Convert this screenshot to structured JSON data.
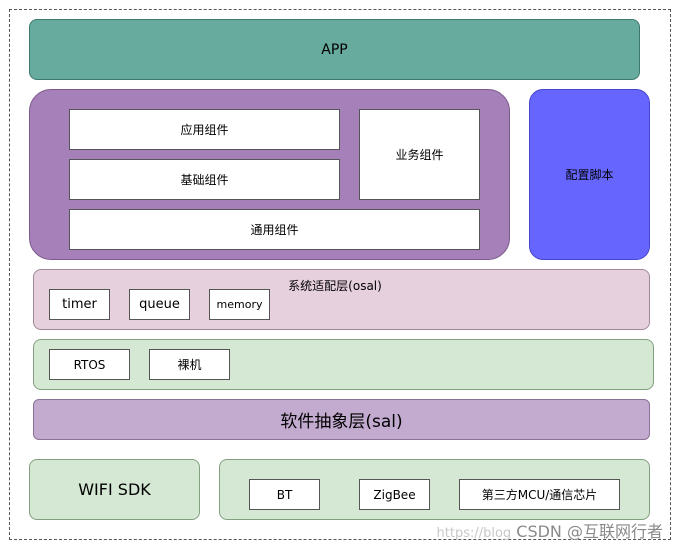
{
  "app": {
    "label": "APP"
  },
  "components": {
    "app_components": "应用组件",
    "base_components": "基础组件",
    "general_components": "通用组件",
    "business_components": "业务组件"
  },
  "config_script": "配置脚本",
  "osal": {
    "title": "系统适配层(osal)",
    "items": [
      "timer",
      "queue",
      "memory"
    ]
  },
  "kernel": {
    "items": [
      "RTOS",
      "裸机"
    ]
  },
  "sal": {
    "label": "软件抽象层(sal)"
  },
  "wifi_sdk": {
    "label": "WIFI SDK"
  },
  "comm": {
    "items": [
      "BT",
      "ZigBee",
      "第三方MCU/通信芯片"
    ]
  },
  "watermark": {
    "url": "https://blog",
    "text": "CSDN @互联网行者"
  },
  "colors": {
    "app": "#67ab9f",
    "component_group": "#a680b8",
    "config_script": "#6666ff",
    "osal": "#e6d0de",
    "green_layer": "#d5e8d4",
    "sal": "#c3abd0"
  }
}
